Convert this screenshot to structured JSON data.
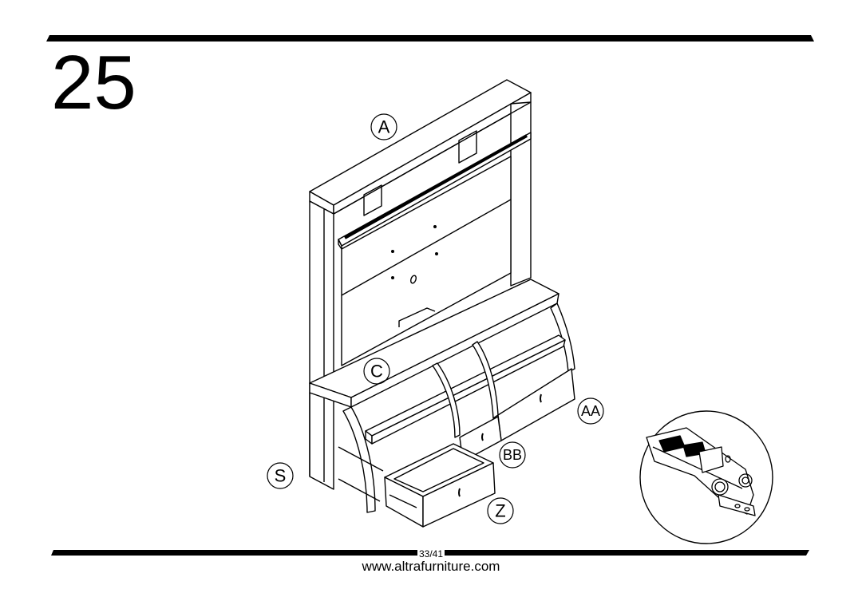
{
  "step": {
    "number": "25"
  },
  "parts": {
    "a": "A",
    "c": "C",
    "s": "S",
    "z": "Z",
    "aa": "AA",
    "bb": "BB"
  },
  "footer": {
    "page": "33/41",
    "url": "www.altrafurniture.com"
  }
}
